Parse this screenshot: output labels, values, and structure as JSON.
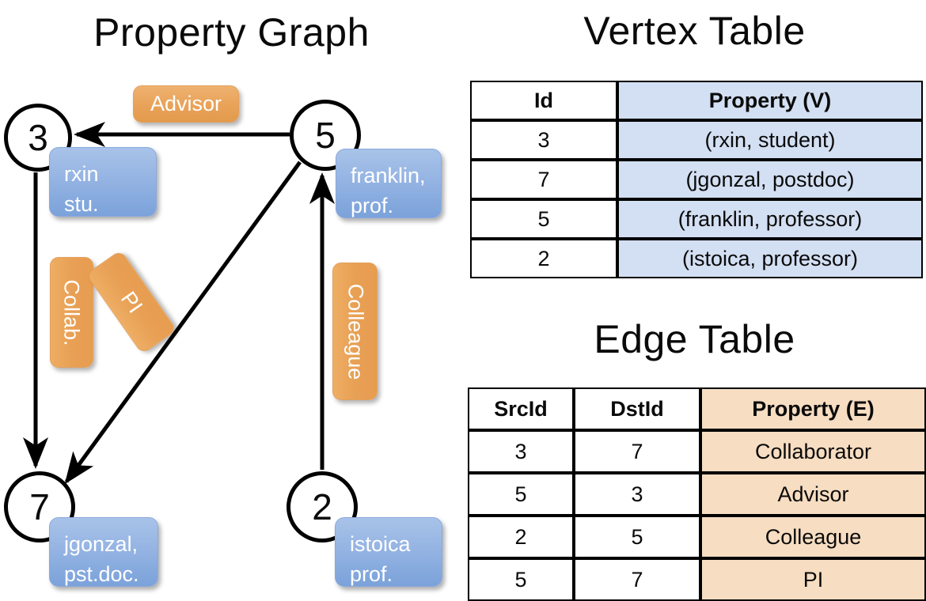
{
  "titles": {
    "property_graph": "Property Graph",
    "vertex_table": "Vertex Table",
    "edge_table": "Edge Table"
  },
  "graph": {
    "nodes": [
      {
        "id": "3",
        "label": "3",
        "property_lines": [
          "rxin",
          "stu."
        ]
      },
      {
        "id": "5",
        "label": "5",
        "property_lines": [
          "franklin,",
          "prof."
        ]
      },
      {
        "id": "7",
        "label": "7",
        "property_lines": [
          "jgonzal,",
          "pst.doc."
        ]
      },
      {
        "id": "2",
        "label": "2",
        "property_lines": [
          "istoica",
          "prof."
        ]
      }
    ],
    "edge_labels": [
      {
        "name": "advisor",
        "text": "Advisor",
        "orientation": "horizontal"
      },
      {
        "name": "collab",
        "text": "Collab.",
        "orientation": "vertical"
      },
      {
        "name": "pi",
        "text": "PI",
        "orientation": "vertical-rotated"
      },
      {
        "name": "colleague",
        "text": "Colleague",
        "orientation": "vertical"
      }
    ],
    "edges": [
      {
        "src": "5",
        "dst": "3",
        "label": "Advisor"
      },
      {
        "src": "3",
        "dst": "7",
        "label": "Collab."
      },
      {
        "src": "5",
        "dst": "7",
        "label": "PI"
      },
      {
        "src": "2",
        "dst": "5",
        "label": "Colleague"
      }
    ]
  },
  "vertex_table": {
    "headers": [
      "Id",
      "Property (V)"
    ],
    "rows": [
      {
        "id": "3",
        "property": "(rxin, student)"
      },
      {
        "id": "7",
        "property": "(jgonzal, postdoc)"
      },
      {
        "id": "5",
        "property": "(franklin, professor)"
      },
      {
        "id": "2",
        "property": "(istoica, professor)"
      }
    ]
  },
  "edge_table": {
    "headers": [
      "SrcId",
      "DstId",
      "Property (E)"
    ],
    "rows": [
      {
        "src": "3",
        "dst": "7",
        "property": "Collaborator"
      },
      {
        "src": "5",
        "dst": "3",
        "property": "Advisor"
      },
      {
        "src": "2",
        "dst": "5",
        "property": "Colleague"
      },
      {
        "src": "5",
        "dst": "7",
        "property": "PI"
      }
    ]
  },
  "colors": {
    "vertex_property_fill": "#d3dff2",
    "edge_property_fill": "#f7ddc1",
    "node_callout_blue": "#8ab0e0",
    "edge_callout_orange": "#e9a258",
    "stroke": "#000000",
    "background": "#ffffff"
  }
}
